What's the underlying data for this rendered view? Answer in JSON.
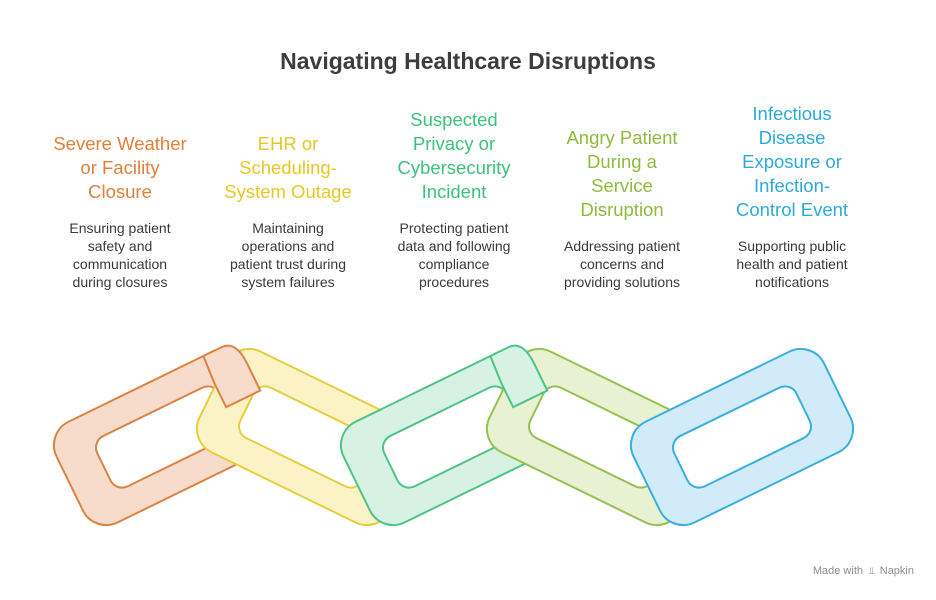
{
  "title": "Navigating Healthcare Disruptions",
  "columns": [
    {
      "title": "Severe Weather\nor Facility\nClosure",
      "description": "Ensuring patient\nsafety and\ncommunication\nduring closures",
      "color": "#e0803a"
    },
    {
      "title": "EHR or\nScheduling-\nSystem Outage",
      "description": "Maintaining\noperations and\npatient trust during\nsystem failures",
      "color": "#e6c824"
    },
    {
      "title": "Suspected\nPrivacy or\nCybersecurity\nIncident",
      "description": "Protecting patient\ndata and following\ncompliance\nprocedures",
      "color": "#3cc27c"
    },
    {
      "title": "Angry Patient\nDuring a\nService\nDisruption",
      "description": "Addressing patient\nconcerns and\nproviding solutions",
      "color": "#8ebb3c"
    },
    {
      "title": "Infectious\nDisease\nExposure or\nInfection-\nControl Event",
      "description": "Supporting public\nhealth and patient\nnotifications",
      "color": "#2eaad8"
    }
  ],
  "chain_links": [
    {
      "stroke": "#dc8242",
      "fill": "#f8dccb"
    },
    {
      "stroke": "#e4cf3e",
      "fill": "#fbf3c6"
    },
    {
      "stroke": "#4dc486",
      "fill": "#d7f2e2"
    },
    {
      "stroke": "#95c150",
      "fill": "#e8f2d3"
    },
    {
      "stroke": "#3aaedc",
      "fill": "#d1ecf8"
    }
  ],
  "footer": {
    "made_with": "Made with",
    "brand": "Napkin",
    "icon": "napkin-logo-icon"
  }
}
